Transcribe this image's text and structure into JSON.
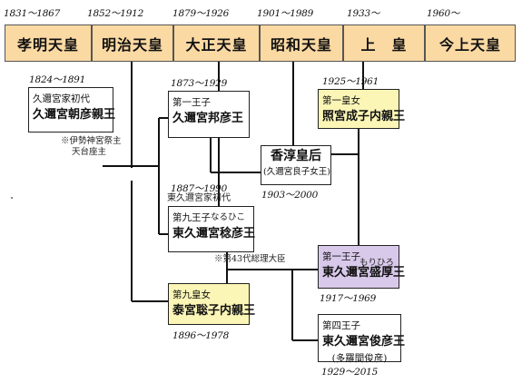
{
  "emperors": [
    {
      "name": "孝明天皇",
      "years": "1831～1867"
    },
    {
      "name": "明治天皇",
      "years": "1852～1912"
    },
    {
      "name": "大正天皇",
      "years": "1879～1926"
    },
    {
      "name": "昭和天皇",
      "years": "1901～1989"
    },
    {
      "name": "上　皇",
      "years": "1933～"
    },
    {
      "name": "今上天皇",
      "years": "1960～"
    }
  ],
  "people": {
    "asahiko": {
      "years_top": "1824～1891",
      "line1": "久邇宮家初代",
      "line2": "久邇宮朝彦親王",
      "note1": "※伊勢神宮祭主",
      "note2": "天台座主"
    },
    "kuninori": {
      "years_top": "1873～1929",
      "line1": "第一王子",
      "line2": "久邇宮邦彦王"
    },
    "kojun": {
      "line1": "香淳皇后",
      "line2": "(久邇宮良子女王)",
      "years_bottom": "1903～2000"
    },
    "shigeko": {
      "years_top": "1925～1961",
      "line1": "第一皇女",
      "line2": "照宮成子内親王"
    },
    "naruhiko": {
      "years_top": "1887～1990",
      "house": "東久邇宮家初代",
      "line1": "第九王子",
      "ruby": "なるひこ",
      "line2": "東久邇宮稔彦王",
      "note": "※第43代総理大臣"
    },
    "morihiro": {
      "line1": "第一王子",
      "ruby": "もりひろ",
      "line2": "東久邇宮盛厚王",
      "years_bottom": "1917～1969"
    },
    "toshiko": {
      "line1": "第九皇女",
      "line2": "泰宮聡子内親王",
      "years_bottom": "1896～1978"
    },
    "toshihiko": {
      "line1": "第四王子",
      "line2": "東久邇宮俊彦王",
      "line3": "(多羅間俊彦)",
      "years_bottom": "1929～2015"
    }
  },
  "colors": {
    "emperor": "#fbd9a3",
    "imperial_daughter": "#fbf6b6",
    "prince_highlight": "#d8c9ea"
  }
}
